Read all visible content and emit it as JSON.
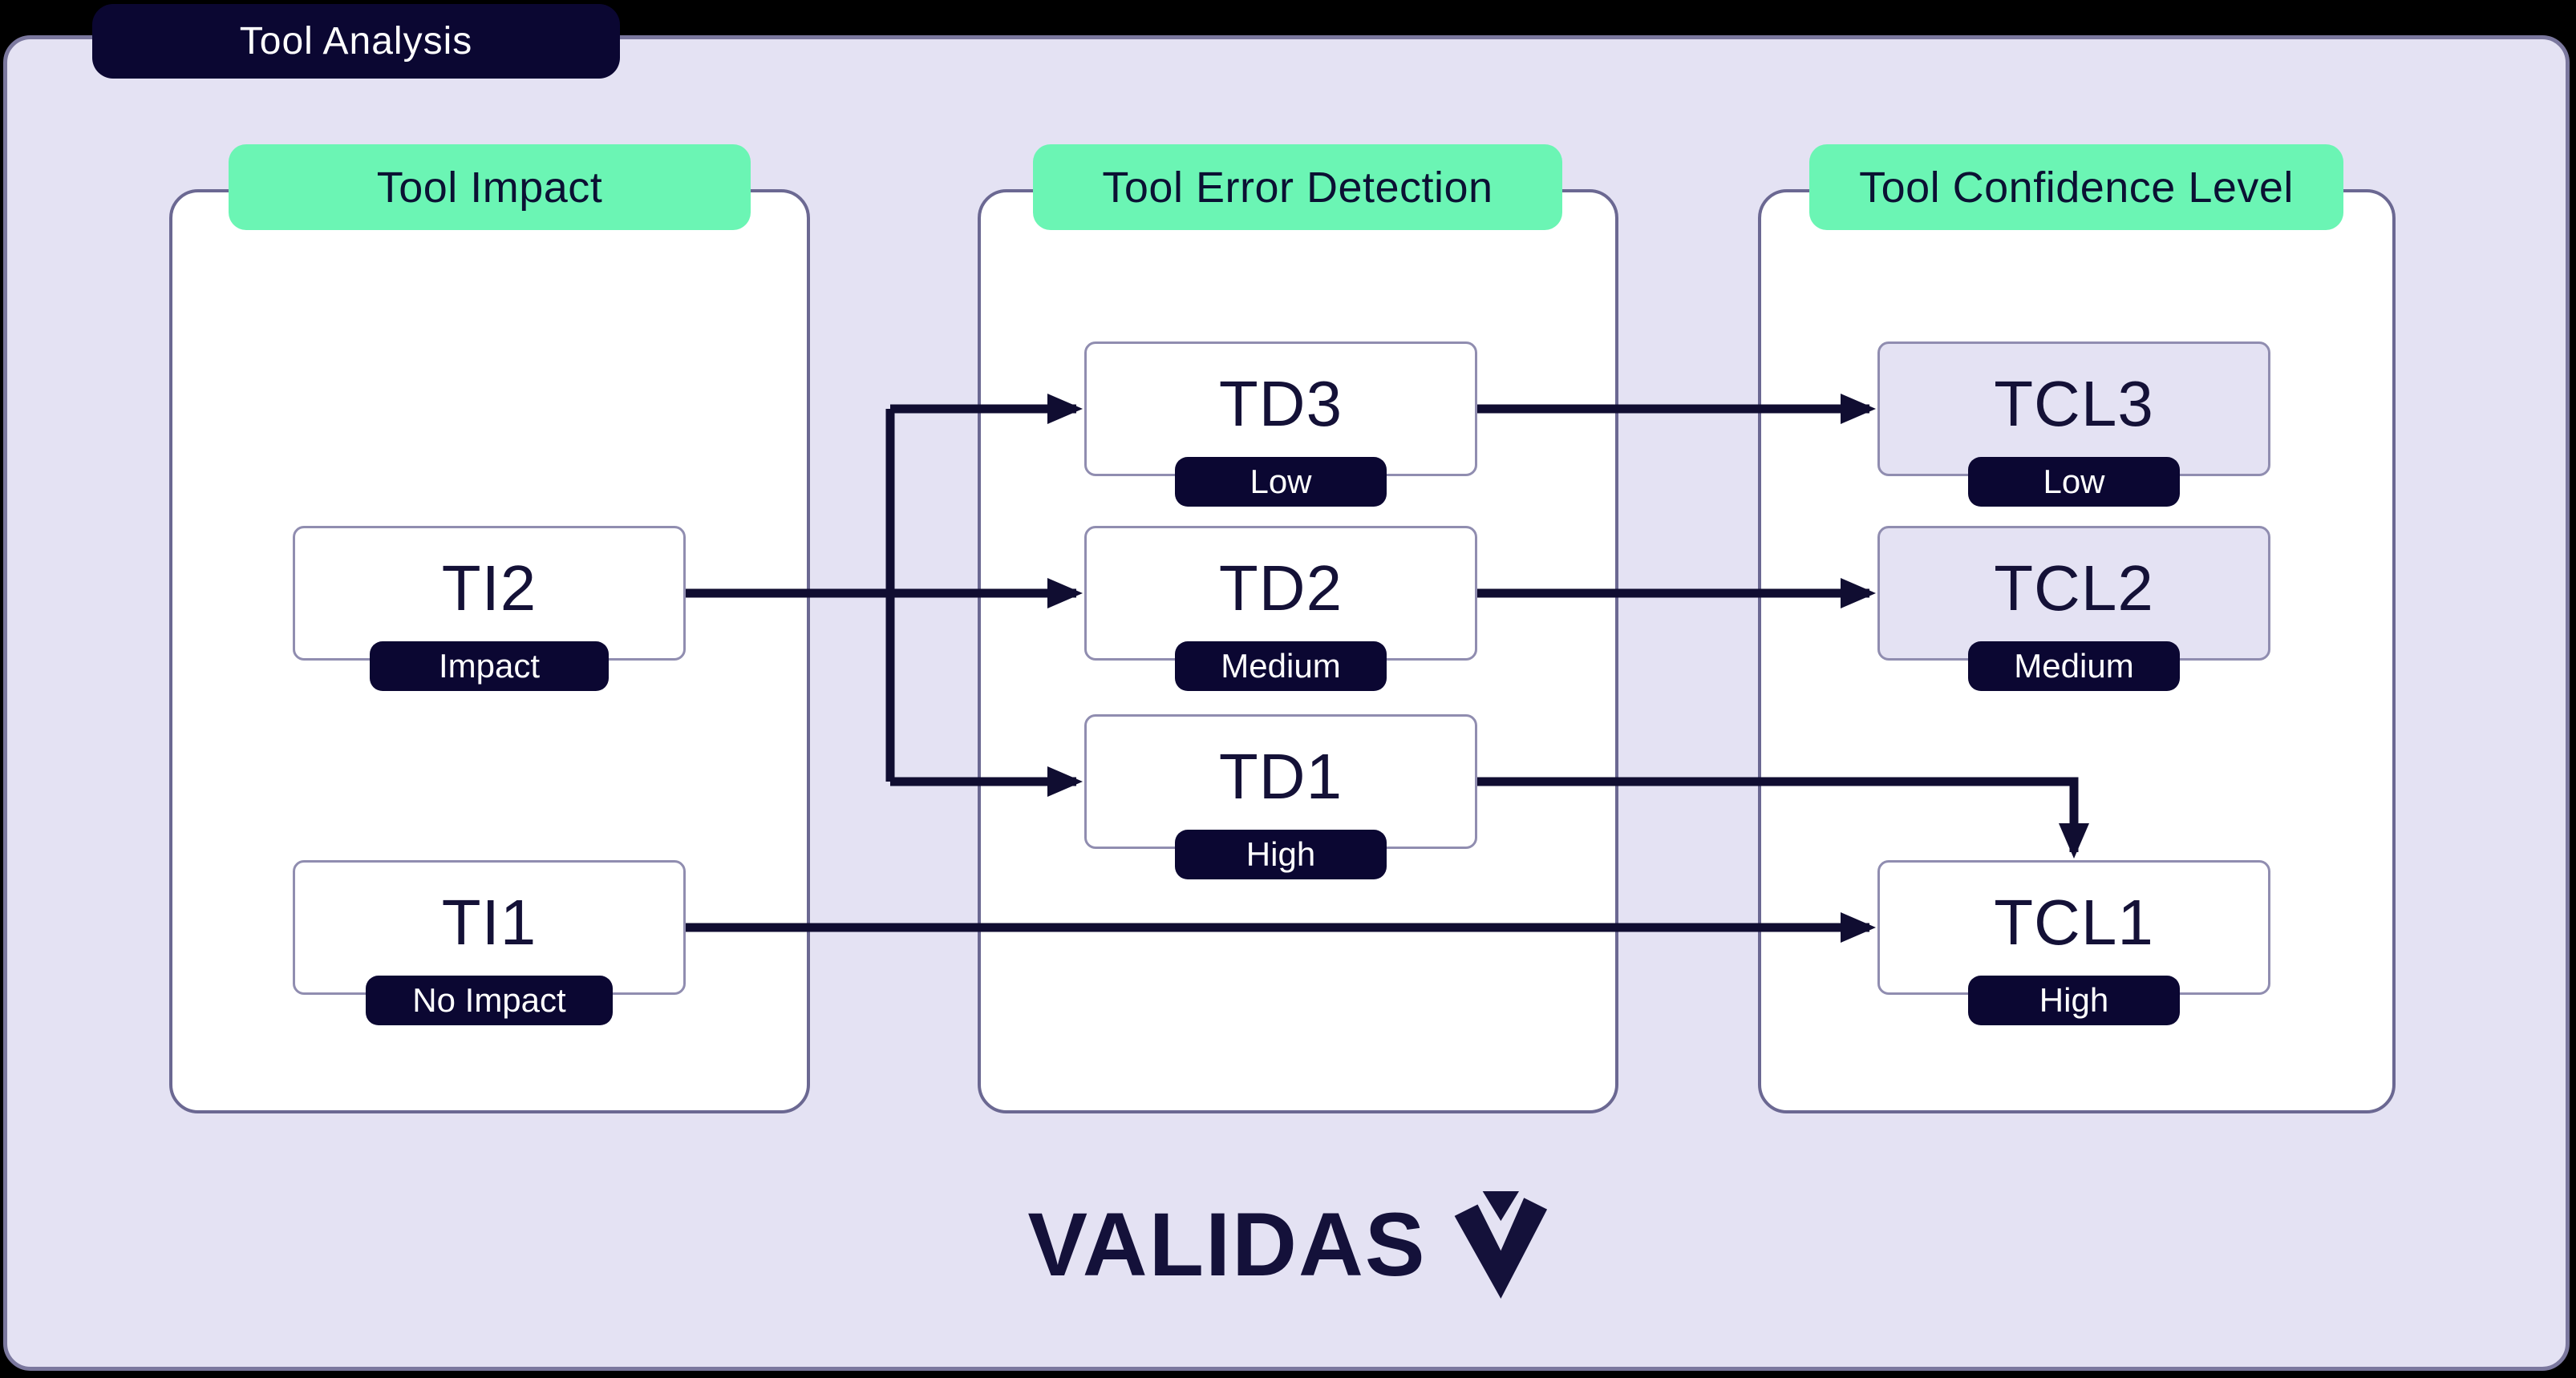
{
  "page": {
    "title_tab": "Tool Analysis"
  },
  "colors": {
    "background": "#000000",
    "panel": "#E4E2F3",
    "panel_border": "#7B789E",
    "navy": "#0B0732",
    "mint_header": "#6BF5B4",
    "arrow": "#100D31",
    "container_border": "#6B6892",
    "node_border": "#908DB0",
    "node_fill_highlight": "#E4E2F3",
    "node_fill": "#FFFFFF"
  },
  "columns": [
    {
      "header": "Tool Impact",
      "nodes": [
        {
          "label": "TI2",
          "badge": "Impact"
        },
        {
          "label": "TI1",
          "badge": "No Impact"
        }
      ]
    },
    {
      "header": "Tool Error Detection",
      "nodes": [
        {
          "label": "TD3",
          "badge": "Low"
        },
        {
          "label": "TD2",
          "badge": "Medium"
        },
        {
          "label": "TD1",
          "badge": "High"
        }
      ]
    },
    {
      "header": "Tool Confidence Level",
      "nodes": [
        {
          "label": "TCL3",
          "badge": "Low"
        },
        {
          "label": "TCL2",
          "badge": "Medium"
        },
        {
          "label": "TCL1",
          "badge": "High"
        }
      ]
    }
  ],
  "edges": [
    {
      "from": "TI2",
      "to": "TD3"
    },
    {
      "from": "TI2",
      "to": "TD2"
    },
    {
      "from": "TI2",
      "to": "TD1"
    },
    {
      "from": "TD3",
      "to": "TCL3"
    },
    {
      "from": "TD2",
      "to": "TCL2"
    },
    {
      "from": "TD1",
      "to": "TCL1"
    },
    {
      "from": "TI1",
      "to": "TCL1"
    }
  ],
  "logo": {
    "wordmark": "VALIDAS",
    "mark": "validas-v-icon"
  }
}
